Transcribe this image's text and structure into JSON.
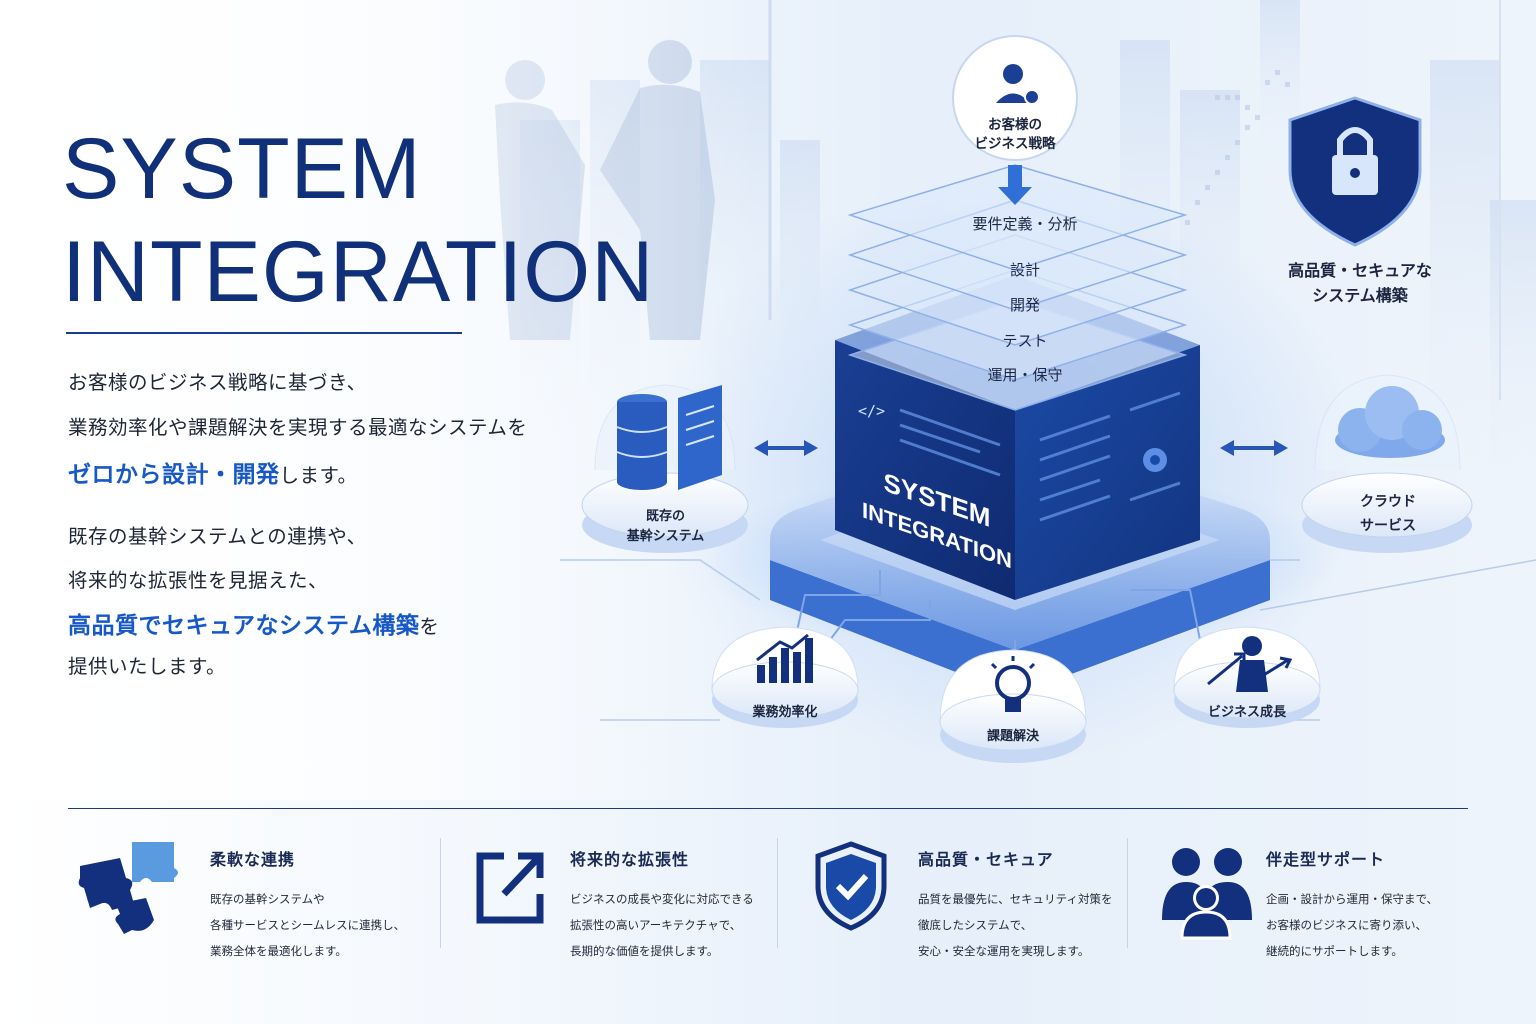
{
  "title": {
    "line1": "SYSTEM",
    "line2": "INTEGRATION"
  },
  "description": {
    "p1_line1": "お客様のビジネス戦略に基づき、",
    "p1_line2": "業務効率化や課題解決を実現する最適なシステムを",
    "p1_line3_highlight": "ゼロから設計・開発",
    "p1_line3_rest": "します。",
    "p2_line1": "既存の基幹システムとの連携や、",
    "p2_line2": "将来的な拡張性を見据えた、",
    "p2_line3_highlight": "高品質でセキュアなシステム構築",
    "p2_line3_rest": "を",
    "p2_line4": "提供いたします。"
  },
  "diagram": {
    "strategy": {
      "line1": "お客様の",
      "line2": "ビジネス戦略"
    },
    "layers": [
      "要件定義・分析",
      "設計",
      "開発",
      "テスト",
      "運用・保守"
    ],
    "cube": {
      "line1": "SYSTEM",
      "line2": "INTEGRATION",
      "code_tag": "</>"
    },
    "legacy": {
      "line1": "既存の",
      "line2": "基幹システム"
    },
    "cloud": {
      "line1": "クラウド",
      "line2": "サービス"
    },
    "security": {
      "line1": "高品質・セキュアな",
      "line2": "システム構築"
    },
    "outcomes": [
      "業務効率化",
      "課題解決",
      "ビジネス成長"
    ]
  },
  "features": [
    {
      "title": "柔軟な連携",
      "lines": [
        "既存の基幹システムや",
        "各種サービスとシームレスに連携し、",
        "業務全体を最適化します。"
      ],
      "icon": "puzzle-icon"
    },
    {
      "title": "将来的な拡張性",
      "lines": [
        "ビジネスの成長や変化に対応できる",
        "拡張性の高いアーキテクチャで、",
        "長期的な価値を提供します。"
      ],
      "icon": "expand-arrow-icon"
    },
    {
      "title": "高品質・セキュア",
      "lines": [
        "品質を最優先に、セキュリティ対策を",
        "徹底したシステムで、",
        "安心・安全な運用を実現します。"
      ],
      "icon": "shield-check-icon"
    },
    {
      "title": "伴走型サポート",
      "lines": [
        "企画・設計から運用・保守まで、",
        "お客様のビジネスに寄り添い、",
        "継続的にサポートします。"
      ],
      "icon": "team-icon"
    }
  ],
  "colors": {
    "navy": "#11307a",
    "accent_blue": "#1658c7",
    "cube_dark": "#12307e",
    "light_blue": "#8fb4ec"
  }
}
